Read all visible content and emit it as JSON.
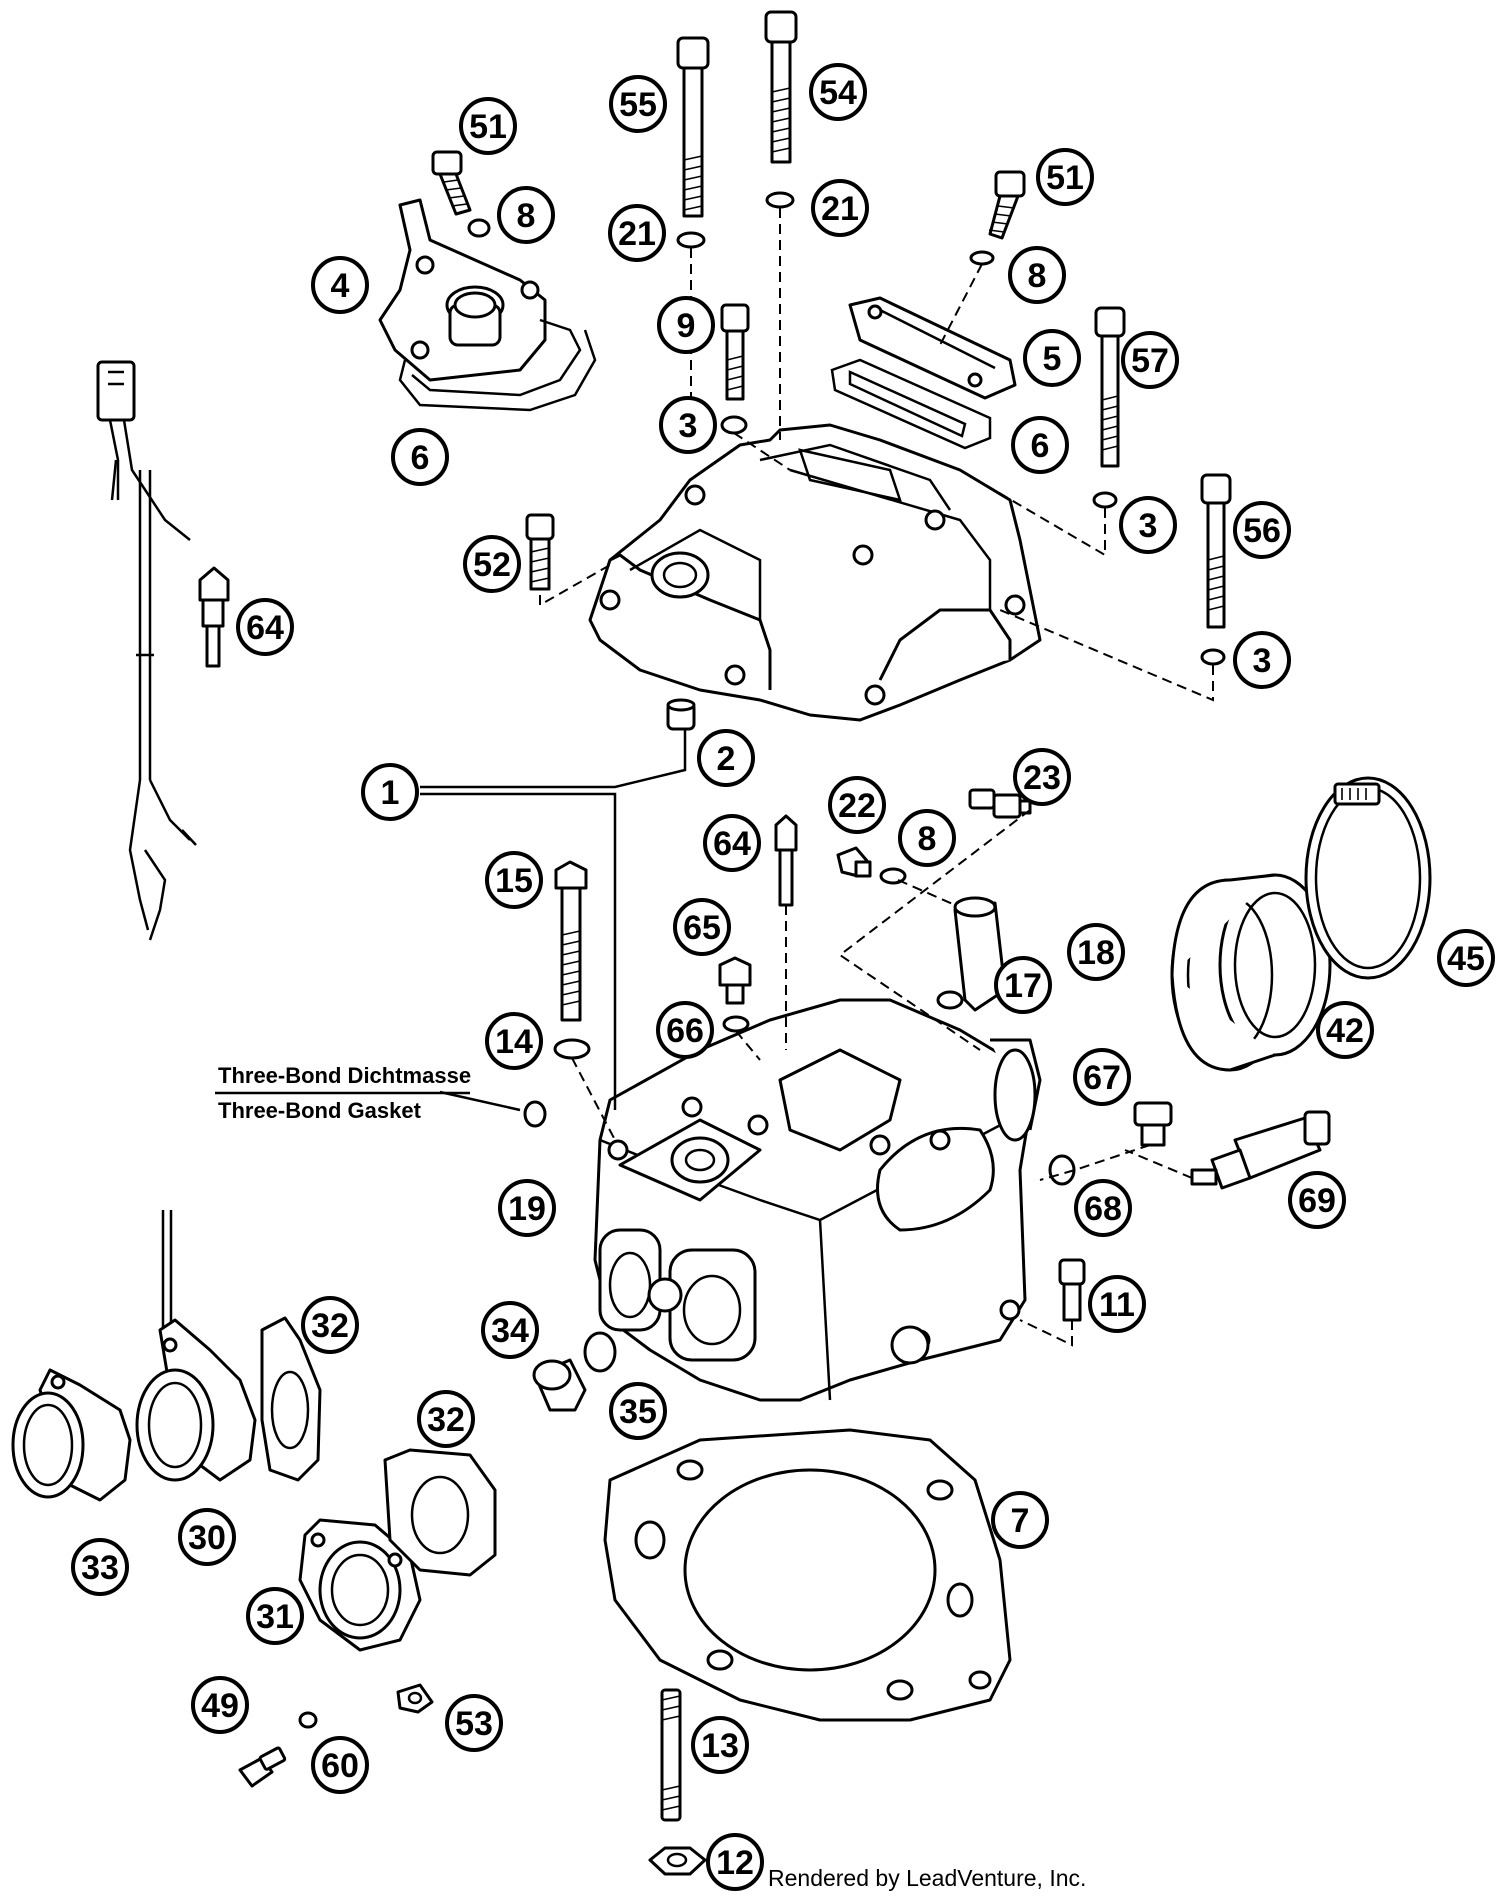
{
  "labels": [
    {
      "id": "1",
      "text": "1"
    },
    {
      "id": "2",
      "text": "2"
    },
    {
      "id": "3a",
      "text": "3"
    },
    {
      "id": "3b",
      "text": "3"
    },
    {
      "id": "3c",
      "text": "3"
    },
    {
      "id": "4",
      "text": "4"
    },
    {
      "id": "5",
      "text": "5"
    },
    {
      "id": "6a",
      "text": "6"
    },
    {
      "id": "6b",
      "text": "6"
    },
    {
      "id": "7",
      "text": "7"
    },
    {
      "id": "8a",
      "text": "8"
    },
    {
      "id": "8b",
      "text": "8"
    },
    {
      "id": "8c",
      "text": "8"
    },
    {
      "id": "9",
      "text": "9"
    },
    {
      "id": "11",
      "text": "11"
    },
    {
      "id": "12",
      "text": "12"
    },
    {
      "id": "13",
      "text": "13"
    },
    {
      "id": "14",
      "text": "14"
    },
    {
      "id": "15",
      "text": "15"
    },
    {
      "id": "17",
      "text": "17"
    },
    {
      "id": "18",
      "text": "18"
    },
    {
      "id": "19",
      "text": "19"
    },
    {
      "id": "21a",
      "text": "21"
    },
    {
      "id": "21b",
      "text": "21"
    },
    {
      "id": "22",
      "text": "22"
    },
    {
      "id": "23",
      "text": "23"
    },
    {
      "id": "30",
      "text": "30"
    },
    {
      "id": "31",
      "text": "31"
    },
    {
      "id": "32a",
      "text": "32"
    },
    {
      "id": "32b",
      "text": "32"
    },
    {
      "id": "33",
      "text": "33"
    },
    {
      "id": "34",
      "text": "34"
    },
    {
      "id": "35",
      "text": "35"
    },
    {
      "id": "42",
      "text": "42"
    },
    {
      "id": "45",
      "text": "45"
    },
    {
      "id": "49",
      "text": "49"
    },
    {
      "id": "51a",
      "text": "51"
    },
    {
      "id": "51b",
      "text": "51"
    },
    {
      "id": "52",
      "text": "52"
    },
    {
      "id": "53",
      "text": "53"
    },
    {
      "id": "54",
      "text": "54"
    },
    {
      "id": "55",
      "text": "55"
    },
    {
      "id": "56",
      "text": "56"
    },
    {
      "id": "57",
      "text": "57"
    },
    {
      "id": "60",
      "text": "60"
    },
    {
      "id": "64a",
      "text": "64"
    },
    {
      "id": "64b",
      "text": "64"
    },
    {
      "id": "65",
      "text": "65"
    },
    {
      "id": "66",
      "text": "66"
    },
    {
      "id": "67",
      "text": "67"
    },
    {
      "id": "68",
      "text": "68"
    },
    {
      "id": "69",
      "text": "69"
    }
  ],
  "note": {
    "line1": "Three-Bond Dichtmasse",
    "line2": "Three-Bond Gasket"
  },
  "credit": "Rendered by LeadVenture, Inc.",
  "colors": {
    "ink": "#000000",
    "paper": "#ffffff"
  }
}
